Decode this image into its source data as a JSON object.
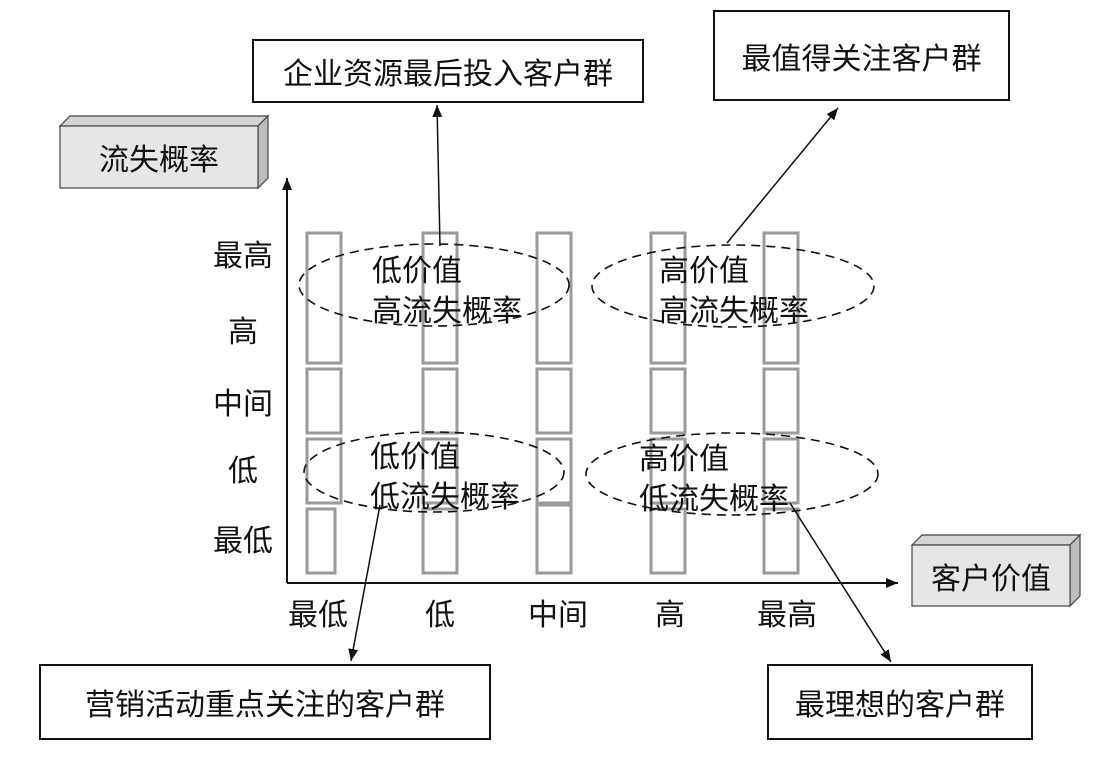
{
  "y_axis": {
    "title": "流失概率",
    "ticks": [
      "最高",
      "高",
      "中间",
      "低",
      "最低"
    ]
  },
  "x_axis": {
    "title": "客户价值",
    "ticks": [
      "最低",
      "低",
      "中间",
      "高",
      "最高"
    ]
  },
  "segments": {
    "top_left": {
      "line1": "低价值",
      "line2": "高流失概率"
    },
    "top_right": {
      "line1": "高价值",
      "line2": "高流失概率"
    },
    "bottom_left": {
      "line1": "低价值",
      "line2": "低流失概率"
    },
    "bottom_right": {
      "line1": "高价值",
      "line2": "低流失概率"
    }
  },
  "callouts": {
    "top_left": "企业资源最后投入客户群",
    "top_right": "最值得关注客户群",
    "bottom_left": "营销活动重点关注的客户群",
    "bottom_right": "最理想的客户群"
  },
  "colors": {
    "line": "#111111",
    "grid_bar": "#9a9a9a",
    "axis_box_fill": "#e6e6e6",
    "axis_box_side": "#bdbdbd"
  }
}
